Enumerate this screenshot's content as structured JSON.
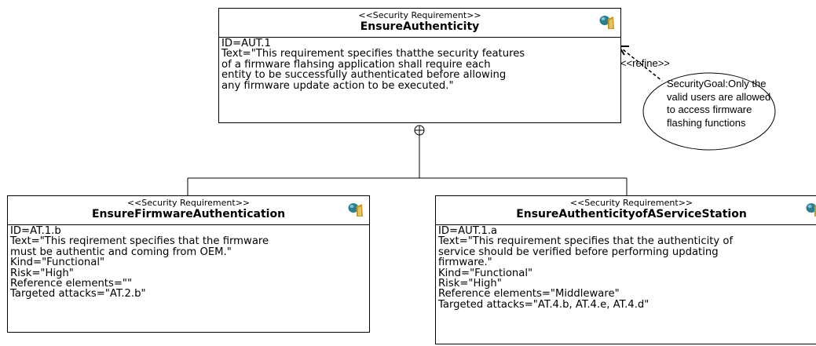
{
  "top_block": {
    "stereotype": "<<Security Requirement>>",
    "name": "EnsureAuthenticity",
    "icon": "requirement-icon",
    "lines": [
      "ID=AUT.1",
      "Text=\"This requirement specifies thatthe security features",
      "of a firmware flahsing application shall require each",
      "entity to be successfully authenticated before allowing",
      "any firmware  update action to be executed.\""
    ]
  },
  "left_block": {
    "stereotype": "<<Security Requirement>>",
    "name": "EnsureFirmwareAuthentication",
    "icon": "requirement-icon",
    "lines": [
      "ID=AT.1.b",
      "Text=\"This reqirement specifies that the firmware",
      "must be authentic and coming from OEM.\"",
      "Kind=\"Functional\"",
      "Risk=\"High\"",
      "Reference elements=\"\"",
      "Targeted attacks=\"AT.2.b\""
    ]
  },
  "right_block": {
    "stereotype": "<<Security Requirement>>",
    "name": "EnsureAuthenticityofAServiceStation",
    "icon": "requirement-icon",
    "lines": [
      "ID=AUT.1.a",
      "Text=\"This requirement specifies that the authenticity of",
      "service should be verified before performing updating",
      "firmware.\"",
      "Kind=\"Functional\"",
      "Risk=\"High\"",
      "Reference elements=\"Middleware\"",
      "Targeted attacks=\"AT.4.b, AT.4.e, AT.4.d\""
    ]
  },
  "refine_relation": {
    "label": "<<refine>>"
  },
  "security_goal": {
    "lines": [
      "SecurityGoal:Only the",
      "valid users are allowed",
      "to access firmware",
      "flashing functions"
    ]
  },
  "colors": {
    "line": "#000000",
    "background": "#ffffff",
    "icon_teal": "#2a7f8f",
    "icon_gold": "#c89a2a"
  }
}
